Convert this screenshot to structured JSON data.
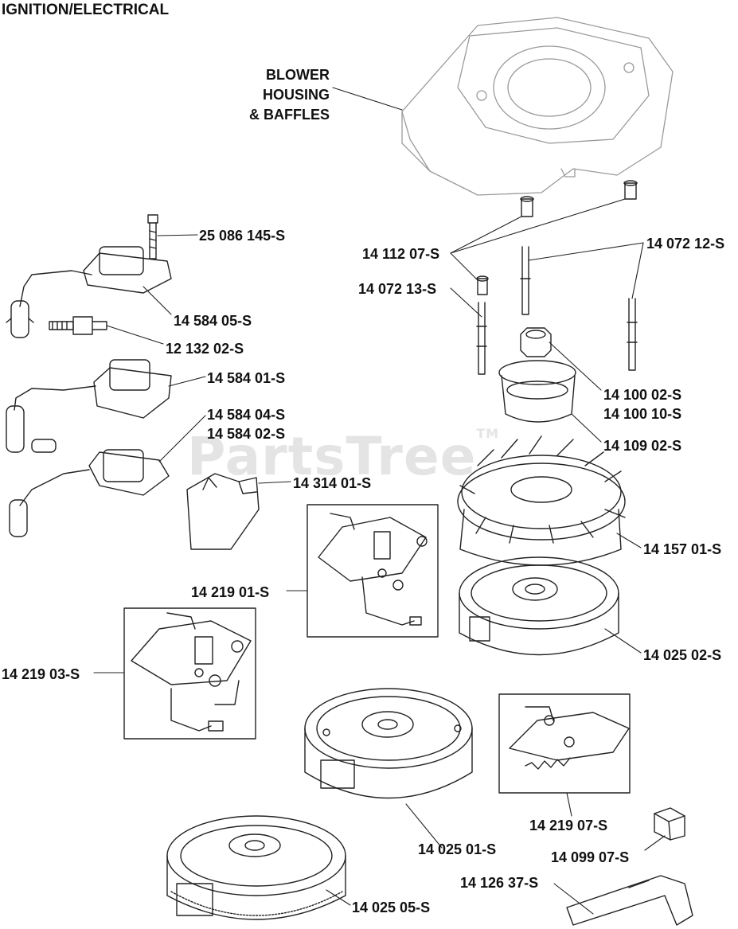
{
  "title": "IGNITION/ELECTRICAL",
  "watermark": "PartsTree",
  "watermark_mark": "TM",
  "assembly": [
    "BLOWER",
    "HOUSING",
    "& BAFFLES"
  ],
  "parts": [
    {
      "id": "p1",
      "label": "25 086 145-S"
    },
    {
      "id": "p2",
      "label": "14 112 07-S"
    },
    {
      "id": "p3",
      "label": "14 072 12-S"
    },
    {
      "id": "p4",
      "label": "14 072 13-S"
    },
    {
      "id": "p5",
      "label": "14 584 05-S"
    },
    {
      "id": "p6",
      "label": "12 132 02-S"
    },
    {
      "id": "p7",
      "label": "14 584 01-S"
    },
    {
      "id": "p8",
      "label": "14 100 02-S"
    },
    {
      "id": "p9",
      "label": "14 100 10-S"
    },
    {
      "id": "p10",
      "label": "14 584 04-S"
    },
    {
      "id": "p11",
      "label": "14 584 02-S"
    },
    {
      "id": "p12",
      "label": "14 109 02-S"
    },
    {
      "id": "p13",
      "label": "14 314 01-S"
    },
    {
      "id": "p14",
      "label": "14 157 01-S"
    },
    {
      "id": "p15",
      "label": "14 219 01-S"
    },
    {
      "id": "p16",
      "label": "14 025 02-S"
    },
    {
      "id": "p17",
      "label": "14 219 03-S"
    },
    {
      "id": "p18",
      "label": "14 219 07-S"
    },
    {
      "id": "p19",
      "label": "14 025 01-S"
    },
    {
      "id": "p20",
      "label": "14 099 07-S"
    },
    {
      "id": "p21",
      "label": "14 126 37-S"
    },
    {
      "id": "p22",
      "label": "14 025 05-S"
    }
  ]
}
